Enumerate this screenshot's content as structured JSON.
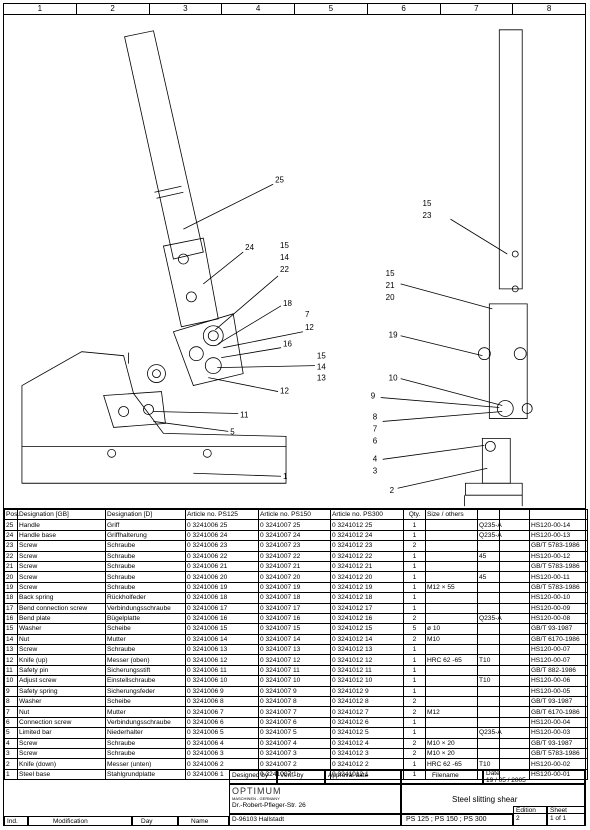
{
  "grid_columns": [
    "1",
    "2",
    "3",
    "4",
    "5",
    "6",
    "7",
    "8"
  ],
  "callouts": {
    "left": [
      "25",
      "24",
      "15",
      "14",
      "22",
      "18",
      "7",
      "12",
      "16",
      "15",
      "14",
      "13",
      "12",
      "11",
      "5",
      "1"
    ],
    "right": [
      "15",
      "23",
      "15",
      "21",
      "20",
      "19",
      "10",
      "9",
      "8",
      "7",
      "6",
      "4",
      "3",
      "2"
    ]
  },
  "parts_table": {
    "headers": [
      "Pos.",
      "Designation [GB]",
      "Designation [D]",
      "Article no. PS125",
      "Article no. PS150",
      "Article no. PS300",
      "Qty.",
      "Size / others",
      "",
      "",
      ""
    ],
    "rows": [
      [
        "25",
        "Handle",
        "Griff",
        "0 3241006 25",
        "0 3241007 25",
        "0 3241012 25",
        "1",
        "",
        "Q235-A",
        "",
        "HS120-00-14"
      ],
      [
        "24",
        "Handle base",
        "Griffhalterung",
        "0 3241006 24",
        "0 3241007 24",
        "0 3241012 24",
        "1",
        "",
        "Q235-A",
        "",
        "HS120-00-13"
      ],
      [
        "23",
        "Screw",
        "Schraube",
        "0 3241006 23",
        "0 3241007 23",
        "0 3241012 23",
        "2",
        "",
        "",
        "",
        "GB/T 5783-1986"
      ],
      [
        "22",
        "Screw",
        "Schraube",
        "0 3241006 22",
        "0 3241007 22",
        "0 3241012 22",
        "1",
        "",
        "45",
        "",
        "HS120-00-12"
      ],
      [
        "21",
        "Screw",
        "Schraube",
        "0 3241006 21",
        "0 3241007 21",
        "0 3241012 21",
        "1",
        "",
        "",
        "",
        "GB/T 5783-1986"
      ],
      [
        "20",
        "Screw",
        "Schraube",
        "0 3241006 20",
        "0 3241007 20",
        "0 3241012 20",
        "1",
        "",
        "45",
        "",
        "HS120-00-11"
      ],
      [
        "19",
        "Screw",
        "Schraube",
        "0 3241006 19",
        "0 3241007 19",
        "0 3241012 19",
        "1",
        "M12 × 55",
        "",
        "",
        "GB/T 5783-1986"
      ],
      [
        "18",
        "Back spring",
        "Rückholfeder",
        "0 3241006 18",
        "0 3241007 18",
        "0 3241012 18",
        "1",
        "",
        "",
        "",
        "HS120-00-10"
      ],
      [
        "17",
        "Bend connection screw",
        "Verbindungsschraube",
        "0 3241006 17",
        "0 3241007 17",
        "0 3241012 17",
        "1",
        "",
        "",
        "",
        "HS120-00-09"
      ],
      [
        "16",
        "Bend plate",
        "Bügelplatte",
        "0 3241006 16",
        "0 3241007 16",
        "0 3241012 16",
        "2",
        "",
        "Q235-A",
        "",
        "HS120-00-08"
      ],
      [
        "15",
        "Washer",
        "Scheibe",
        "0 3241006 15",
        "0 3241007 15",
        "0 3241012 15",
        "5",
        "ø 10",
        "",
        "",
        "GB/T 93-1987"
      ],
      [
        "14",
        "Nut",
        "Mutter",
        "0 3241006 14",
        "0 3241007 14",
        "0 3241012 14",
        "2",
        "M10",
        "",
        "",
        "GB/T 6170-1986"
      ],
      [
        "13",
        "Screw",
        "Schraube",
        "0 3241006 13",
        "0 3241007 13",
        "0 3241012 13",
        "1",
        "",
        "",
        "",
        "HS120-00-07"
      ],
      [
        "12",
        "Knife (up)",
        "Messer (oben)",
        "0 3241006 12",
        "0 3241007 12",
        "0 3241012 12",
        "1",
        "HRC 62 -65",
        "T10",
        "",
        "HS120-00-07"
      ],
      [
        "11",
        "Safety pin",
        "Sicherungsstift",
        "0 3241006 11",
        "0 3241007 11",
        "0 3241012 11",
        "1",
        "",
        "",
        "",
        "GB/T 882-1986"
      ],
      [
        "10",
        "Adjust screw",
        "Einstellschraube",
        "0 3241006 10",
        "0 3241007 10",
        "0 3241012 10",
        "1",
        "",
        "T10",
        "",
        "HS120-00-06"
      ],
      [
        "9",
        "Safety spring",
        "Sicherungsfeder",
        "0 3241006 9",
        "0 3241007 9",
        "0 3241012 9",
        "1",
        "",
        "",
        "",
        "HS120-00-05"
      ],
      [
        "8",
        "Washer",
        "Scheibe",
        "0 3241006 8",
        "0 3241007 8",
        "0 3241012 8",
        "2",
        "",
        "",
        "",
        "GB/T 93-1987"
      ],
      [
        "7",
        "Nut",
        "Mutter",
        "0 3241006 7",
        "0 3241007 7",
        "0 3241012 7",
        "2",
        "M12",
        "",
        "",
        "GB/T 6170-1986"
      ],
      [
        "6",
        "Connection screw",
        "Verbindungsschraube",
        "0 3241006 6",
        "0 3241007 6",
        "0 3241012 6",
        "1",
        "",
        "",
        "",
        "HS120-00-04"
      ],
      [
        "5",
        "Limited bar",
        "Niederhalter",
        "0 3241006 5",
        "0 3241007 5",
        "0 3241012 5",
        "1",
        "",
        "Q235-A",
        "",
        "HS120-00-03"
      ],
      [
        "4",
        "Screw",
        "Schraube",
        "0 3241006 4",
        "0 3241007 4",
        "0 3241012 4",
        "2",
        "M10 × 20",
        "",
        "",
        "GB/T 93-1987"
      ],
      [
        "3",
        "Screw",
        "Schraube",
        "0 3241006 3",
        "0 3241007 3",
        "0 3241012 3",
        "2",
        "M10 × 20",
        "",
        "",
        "GB/T 5783-1986"
      ],
      [
        "2",
        "Knife (down)",
        "Messer (unten)",
        "0 3241006 2",
        "0 3241007 2",
        "0 3241012 2",
        "1",
        "HRC 62 -65",
        "T10",
        "",
        "HS120-00-02"
      ],
      [
        "1",
        "Steel base",
        "Stahlgrundplatte",
        "0 3241006 1",
        "0 3241007 1",
        "0 3241012 1",
        "1",
        "",
        "",
        "",
        "HS120-00-01"
      ]
    ]
  },
  "title_block": {
    "designed_by": "Designed by",
    "verif_by": "Verif. by",
    "approval_date": "Approval date",
    "filename": "Filename",
    "date_label": "Date",
    "date_value": "19 / 05 / 2005",
    "brand": "OPTIMUM",
    "brand_sub": "MASCHINEN - GERMANY",
    "address1": "Dr.-Robert-Pfleger-Str. 26",
    "address2": "D-96103 Hallstadt",
    "drawing_title": "Steel slitting shear",
    "models": "PS 125 ; PS 150 ; PS 300",
    "edition_label": "Edition",
    "edition_value": "2",
    "sheet_label": "Sheet",
    "sheet_value": "1 of 1",
    "ind": "Ind.",
    "modification": "Modification",
    "day": "Day",
    "name": "Name"
  }
}
